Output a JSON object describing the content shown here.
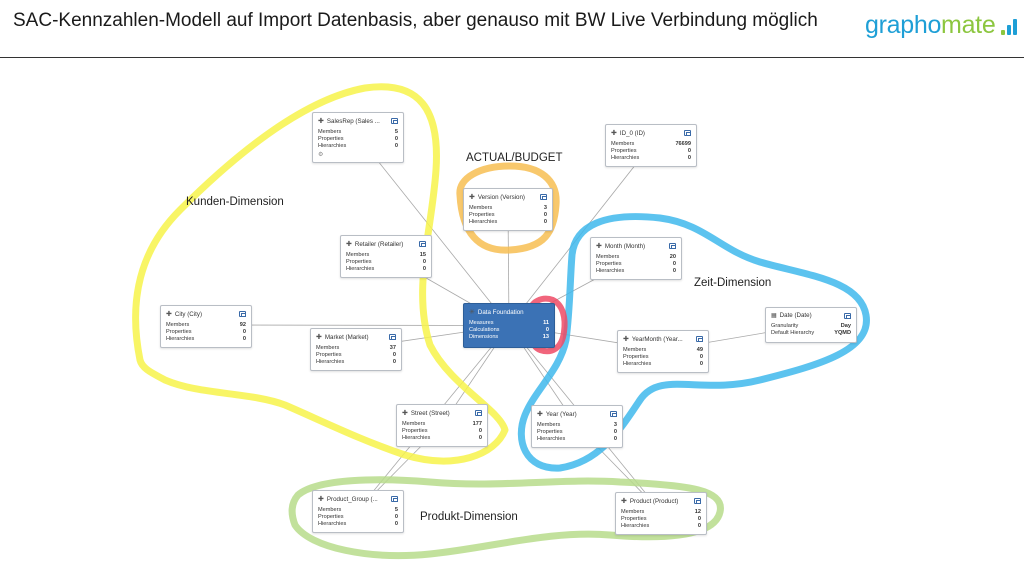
{
  "slide": {
    "title": "SAC-Kennzahlen-Modell auf Import Datenbasis, aber genauso mit BW Live Verbindung möglich",
    "logo_part1": "grapho",
    "logo_part2": "mate"
  },
  "colors": {
    "yellow": "#f7f34a",
    "orange": "#f7be52",
    "blue": "#3fb8ec",
    "green": "#b7dc8b",
    "red": "#ef4a65",
    "foundation": "#3b72b5",
    "logo_blue": "#1e9fd6",
    "logo_green": "#8cc63f"
  },
  "annotations": {
    "kunden": "Kunden-Dimension",
    "actual_budget": "ACTUAL/BUDGET",
    "zeit": "Zeit-Dimension",
    "produkt": "Produkt-Dimension"
  },
  "nodes": {
    "salesrep": {
      "title": "SalesRep (Sales ...",
      "rows": [
        [
          "Members",
          "5"
        ],
        [
          "Properties",
          "0"
        ],
        [
          "Hierarchies",
          "0"
        ]
      ]
    },
    "id0": {
      "title": "ID_0 (ID)",
      "rows": [
        [
          "Members",
          "76699"
        ],
        [
          "Properties",
          "0"
        ],
        [
          "Hierarchies",
          "0"
        ]
      ]
    },
    "version": {
      "title": "Version (Version)",
      "rows": [
        [
          "Members",
          "3"
        ],
        [
          "Properties",
          "0"
        ],
        [
          "Hierarchies",
          "0"
        ]
      ]
    },
    "retailer": {
      "title": "Retailer (Retailer)",
      "rows": [
        [
          "Members",
          "15"
        ],
        [
          "Properties",
          "0"
        ],
        [
          "Hierarchies",
          "0"
        ]
      ]
    },
    "month": {
      "title": "Month (Month)",
      "rows": [
        [
          "Members",
          "20"
        ],
        [
          "Properties",
          "0"
        ],
        [
          "Hierarchies",
          "0"
        ]
      ]
    },
    "city": {
      "title": "City (City)",
      "rows": [
        [
          "Members",
          "92"
        ],
        [
          "Properties",
          "0"
        ],
        [
          "Hierarchies",
          "0"
        ]
      ]
    },
    "market": {
      "title": "Market (Market)",
      "rows": [
        [
          "Members",
          "37"
        ],
        [
          "Properties",
          "0"
        ],
        [
          "Hierarchies",
          "0"
        ]
      ]
    },
    "foundation": {
      "title": "Data Foundation",
      "rows": [
        [
          "Measures",
          "11"
        ],
        [
          "Calculations",
          "0"
        ],
        [
          "Dimensions",
          "13"
        ]
      ]
    },
    "yearmonth": {
      "title": "YearMonth (Year...",
      "rows": [
        [
          "Members",
          "49"
        ],
        [
          "Properties",
          "0"
        ],
        [
          "Hierarchies",
          "0"
        ]
      ]
    },
    "date": {
      "title": "Date (Date)",
      "rows": [
        [
          "Granularity",
          "Day"
        ],
        [
          "Default Hierarchy",
          "YQMD"
        ]
      ]
    },
    "street": {
      "title": "Street (Street)",
      "rows": [
        [
          "Members",
          "177"
        ],
        [
          "Properties",
          "0"
        ],
        [
          "Hierarchies",
          "0"
        ]
      ]
    },
    "year": {
      "title": "Year (Year)",
      "rows": [
        [
          "Members",
          "3"
        ],
        [
          "Properties",
          "0"
        ],
        [
          "Hierarchies",
          "0"
        ]
      ]
    },
    "product_group": {
      "title": "Product_Group (...",
      "rows": [
        [
          "Members",
          "5"
        ],
        [
          "Properties",
          "0"
        ],
        [
          "Hierarchies",
          "0"
        ]
      ]
    },
    "product": {
      "title": "Product (Product)",
      "rows": [
        [
          "Members",
          "12"
        ],
        [
          "Properties",
          "0"
        ],
        [
          "Hierarchies",
          "0"
        ]
      ]
    }
  },
  "edges": [
    [
      "foundation",
      "salesrep"
    ],
    [
      "foundation",
      "id0"
    ],
    [
      "foundation",
      "version"
    ],
    [
      "foundation",
      "retailer"
    ],
    [
      "foundation",
      "month"
    ],
    [
      "foundation",
      "city"
    ],
    [
      "foundation",
      "market"
    ],
    [
      "foundation",
      "yearmonth"
    ],
    [
      "foundation",
      "street"
    ],
    [
      "foundation",
      "year"
    ],
    [
      "foundation",
      "product_group"
    ],
    [
      "foundation",
      "product"
    ],
    [
      "yearmonth",
      "date"
    ],
    [
      "year",
      "product"
    ],
    [
      "street",
      "product_group"
    ]
  ]
}
